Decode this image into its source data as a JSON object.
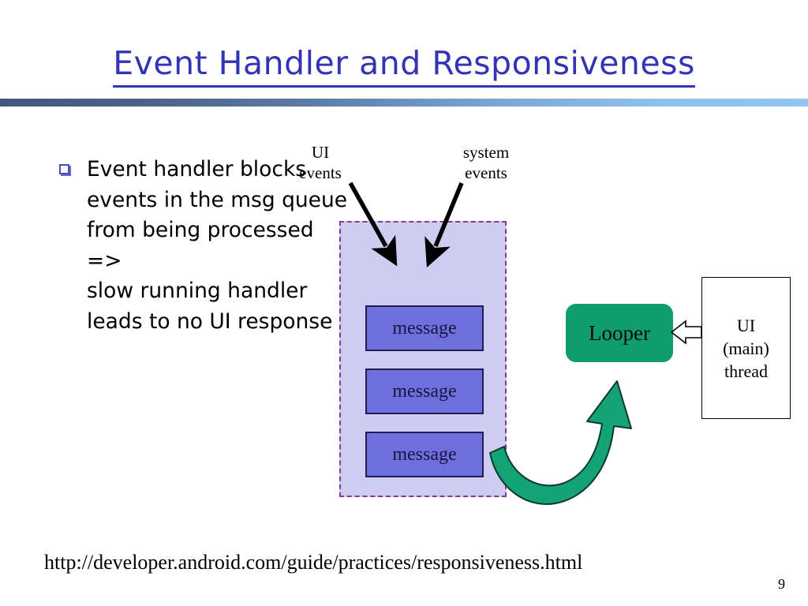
{
  "slide": {
    "title": "Event Handler and Responsiveness",
    "title_color": "#3333b8",
    "page_number": "9",
    "source_url": "http://developer.android.com/guide/practices/responsiveness.html",
    "background_color": "#ffffff"
  },
  "divider": {
    "gradient_from": "#44597a",
    "gradient_to": "#93c4f2"
  },
  "bullets": [
    {
      "marker": "square-bullet",
      "text": "Event handler blocks events in the msg queue from being processed\n=>\nslow running handler leads to no UI response"
    }
  ],
  "diagram": {
    "labels": {
      "ui_events": "UI\nevents",
      "system_events": "system\nevents"
    },
    "message_queue": {
      "name": "message-queue",
      "fill_color": "#cfccf2",
      "border_color": "#8a3a8a",
      "messages": [
        {
          "label": "message"
        },
        {
          "label": "message"
        },
        {
          "label": "message"
        }
      ],
      "message_fill": "#6f6ede",
      "message_border": "#1f1f4f"
    },
    "looper": {
      "label": "Looper",
      "fill_color": "#0f9d6e"
    },
    "ui_thread": {
      "label": "UI\n(main)\nthread",
      "fill_color": "#ffffff",
      "border_color": "#000000"
    },
    "arrows": {
      "ui_events_arrow": "black-arrow-down-right",
      "system_events_arrow": "black-arrow-down-right",
      "dispatch_arrow": "green-curved-arrow",
      "thread_arrow": "white-block-arrow-left",
      "arrow_color": "#000000",
      "curved_arrow_color": "#11a173"
    }
  }
}
